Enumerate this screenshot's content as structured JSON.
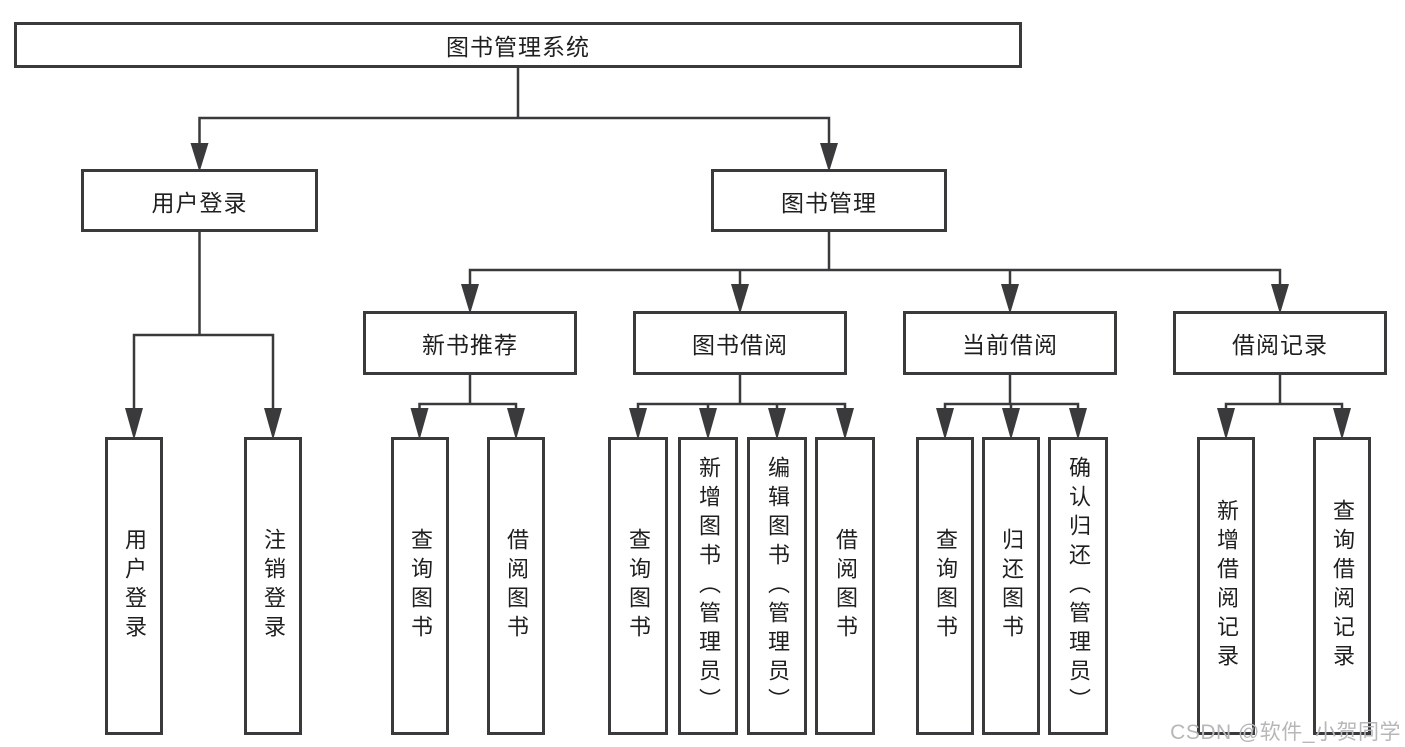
{
  "diagram": {
    "root": {
      "label": "图书管理系统"
    },
    "branches": [
      {
        "label": "用户登录",
        "children": [
          {
            "label": "用户登录"
          },
          {
            "label": "注销登录"
          }
        ]
      },
      {
        "label": "图书管理",
        "sections": [
          {
            "label": "新书推荐",
            "children": [
              {
                "label": "查询图书"
              },
              {
                "label": "借阅图书"
              }
            ]
          },
          {
            "label": "图书借阅",
            "children": [
              {
                "label": "查询图书"
              },
              {
                "label": "新增图书（管理员）"
              },
              {
                "label": "编辑图书（管理员）"
              },
              {
                "label": "借阅图书"
              }
            ]
          },
          {
            "label": "当前借阅",
            "children": [
              {
                "label": "查询图书"
              },
              {
                "label": "归还图书"
              },
              {
                "label": "确认归还（管理员）"
              }
            ]
          },
          {
            "label": "借阅记录",
            "children": [
              {
                "label": "新增借阅记录"
              },
              {
                "label": "查询借阅记录"
              }
            ]
          }
        ]
      }
    ]
  },
  "watermark": {
    "text": "CSDN @软件_小贺同学"
  },
  "colors": {
    "line": "#3a3a3c",
    "text": "#1f1f1f",
    "watermark": "#b7b7b9",
    "background": "#ffffff"
  }
}
